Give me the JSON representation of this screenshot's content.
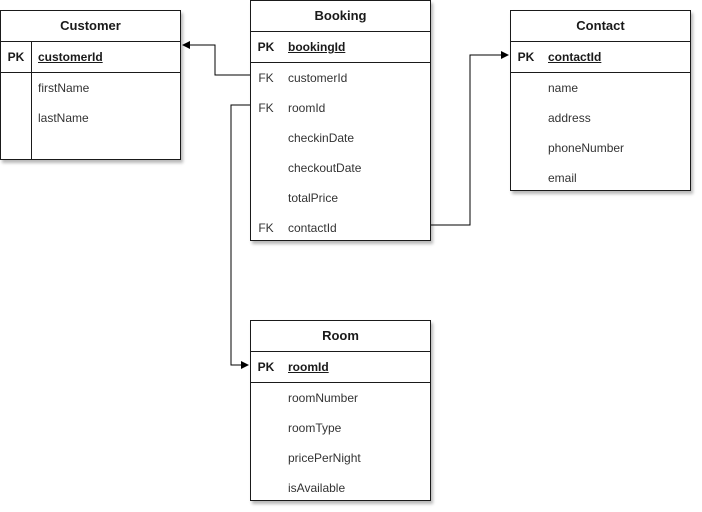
{
  "tables": {
    "customer": {
      "title": "Customer",
      "pk": {
        "key": "PK",
        "field": "customerId"
      },
      "rows": [
        {
          "key": "",
          "field": "firstName"
        },
        {
          "key": "",
          "field": "lastName"
        },
        {
          "key": "",
          "field": ""
        }
      ]
    },
    "booking": {
      "title": "Booking",
      "pk": {
        "key": "PK",
        "field": "bookingId"
      },
      "rows": [
        {
          "key": "FK",
          "field": "customerId"
        },
        {
          "key": "FK",
          "field": "roomId"
        },
        {
          "key": "",
          "field": "checkinDate"
        },
        {
          "key": "",
          "field": "checkoutDate"
        },
        {
          "key": "",
          "field": "totalPrice"
        },
        {
          "key": "FK",
          "field": "contactId"
        }
      ]
    },
    "contact": {
      "title": "Contact",
      "pk": {
        "key": "PK",
        "field": "contactId"
      },
      "rows": [
        {
          "key": "",
          "field": "name"
        },
        {
          "key": "",
          "field": "address"
        },
        {
          "key": "",
          "field": "phoneNumber"
        },
        {
          "key": "",
          "field": "email"
        }
      ]
    },
    "room": {
      "title": "Room",
      "pk": {
        "key": "PK",
        "field": "roomId"
      },
      "rows": [
        {
          "key": "",
          "field": "roomNumber"
        },
        {
          "key": "",
          "field": "roomType"
        },
        {
          "key": "",
          "field": "pricePerNight"
        },
        {
          "key": "",
          "field": "isAvailable"
        }
      ]
    }
  },
  "colors": {
    "border": "#1a1a1a",
    "text": "#333333",
    "connector": "#000000"
  }
}
